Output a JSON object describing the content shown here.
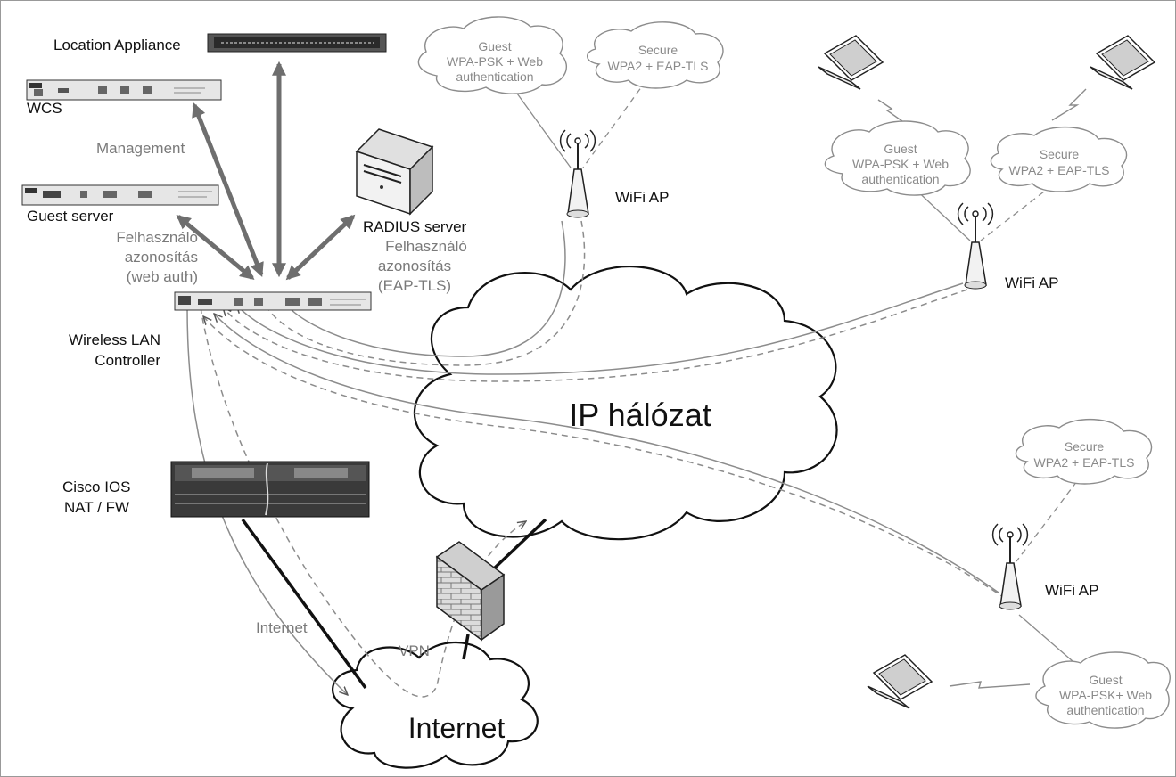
{
  "devices": {
    "location_appliance": "Location Appliance",
    "wcs": "WCS",
    "guest_server": "Guest server",
    "radius_server": "RADIUS server",
    "wlc_line1": "Wireless LAN",
    "wlc_line2": "Controller",
    "cisco_line1": "Cisco IOS",
    "cisco_line2": "NAT / FW"
  },
  "labels": {
    "management": "Management",
    "web_auth_line1": "Felhasználó",
    "web_auth_line2": "azonosítás",
    "web_auth_line3": "(web auth)",
    "eap_auth_line1": "Felhasználó",
    "eap_auth_line2": "azonosítás",
    "eap_auth_line3": "(EAP-TLS)",
    "internet_link": "Internet",
    "vpn": "VPN"
  },
  "clouds": {
    "ip_network": "IP hálózat",
    "internet": "Internet"
  },
  "access_points": {
    "ap_top": "WiFi AP",
    "ap_right": "WiFi AP",
    "ap_bottom": "WiFi AP"
  },
  "ssid_bubbles": {
    "top_guest": [
      "Guest",
      "WPA-PSK + Web",
      "authentication"
    ],
    "top_secure": [
      "Secure",
      "WPA2 + EAP-TLS"
    ],
    "right_guest": [
      "Guest",
      "WPA-PSK + Web",
      "authentication"
    ],
    "right_secure": [
      "Secure",
      "WPA2 + EAP-TLS"
    ],
    "bottom_secure": [
      "Secure",
      "WPA2 + EAP-TLS"
    ],
    "bottom_guest": [
      "Guest",
      "WPA-PSK+ Web",
      "authentication"
    ]
  },
  "colors": {
    "mgmt_arrow": "#6e6e6e",
    "line_dark": "#111111",
    "line_grey": "#8c8c8c",
    "bubble_text": "#8a8a8a"
  }
}
